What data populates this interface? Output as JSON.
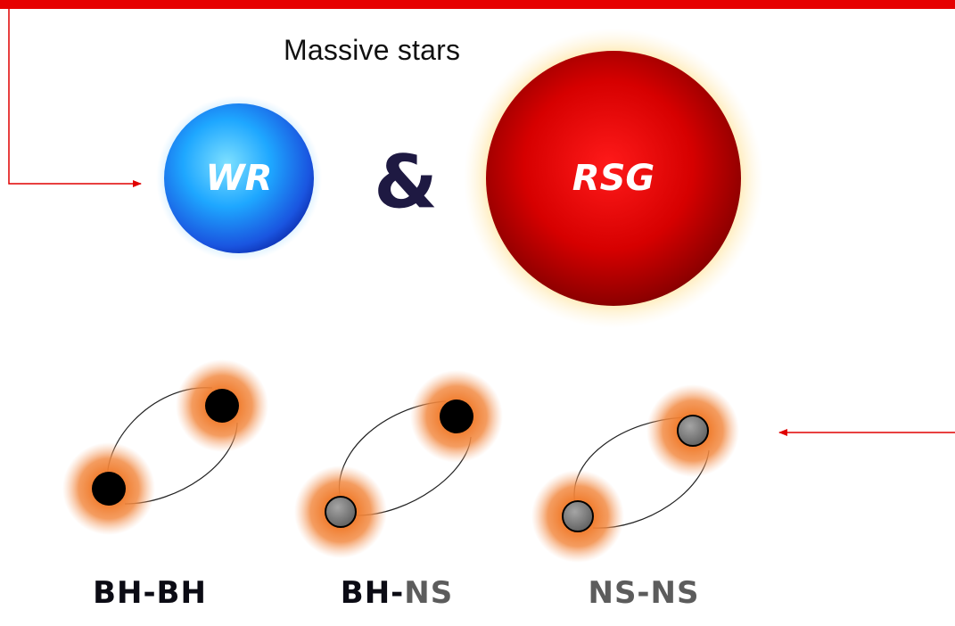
{
  "heading": "Massive stars",
  "stars": {
    "wr": {
      "label": "WR",
      "color": "#1ea0ff"
    },
    "rsg": {
      "label": "RSG",
      "color": "#d40000"
    },
    "conjunction": "&"
  },
  "arrow_color": "#e00000",
  "binaries": [
    {
      "label_part1": "BH-",
      "label_part2": "BH",
      "type": "black-hole pair"
    },
    {
      "label_part1": "BH-",
      "label_part2": "NS",
      "type": "black-hole / neutron-star pair"
    },
    {
      "label_part1": "NS-",
      "label_part2": "NS",
      "type": "neutron-star pair"
    }
  ]
}
